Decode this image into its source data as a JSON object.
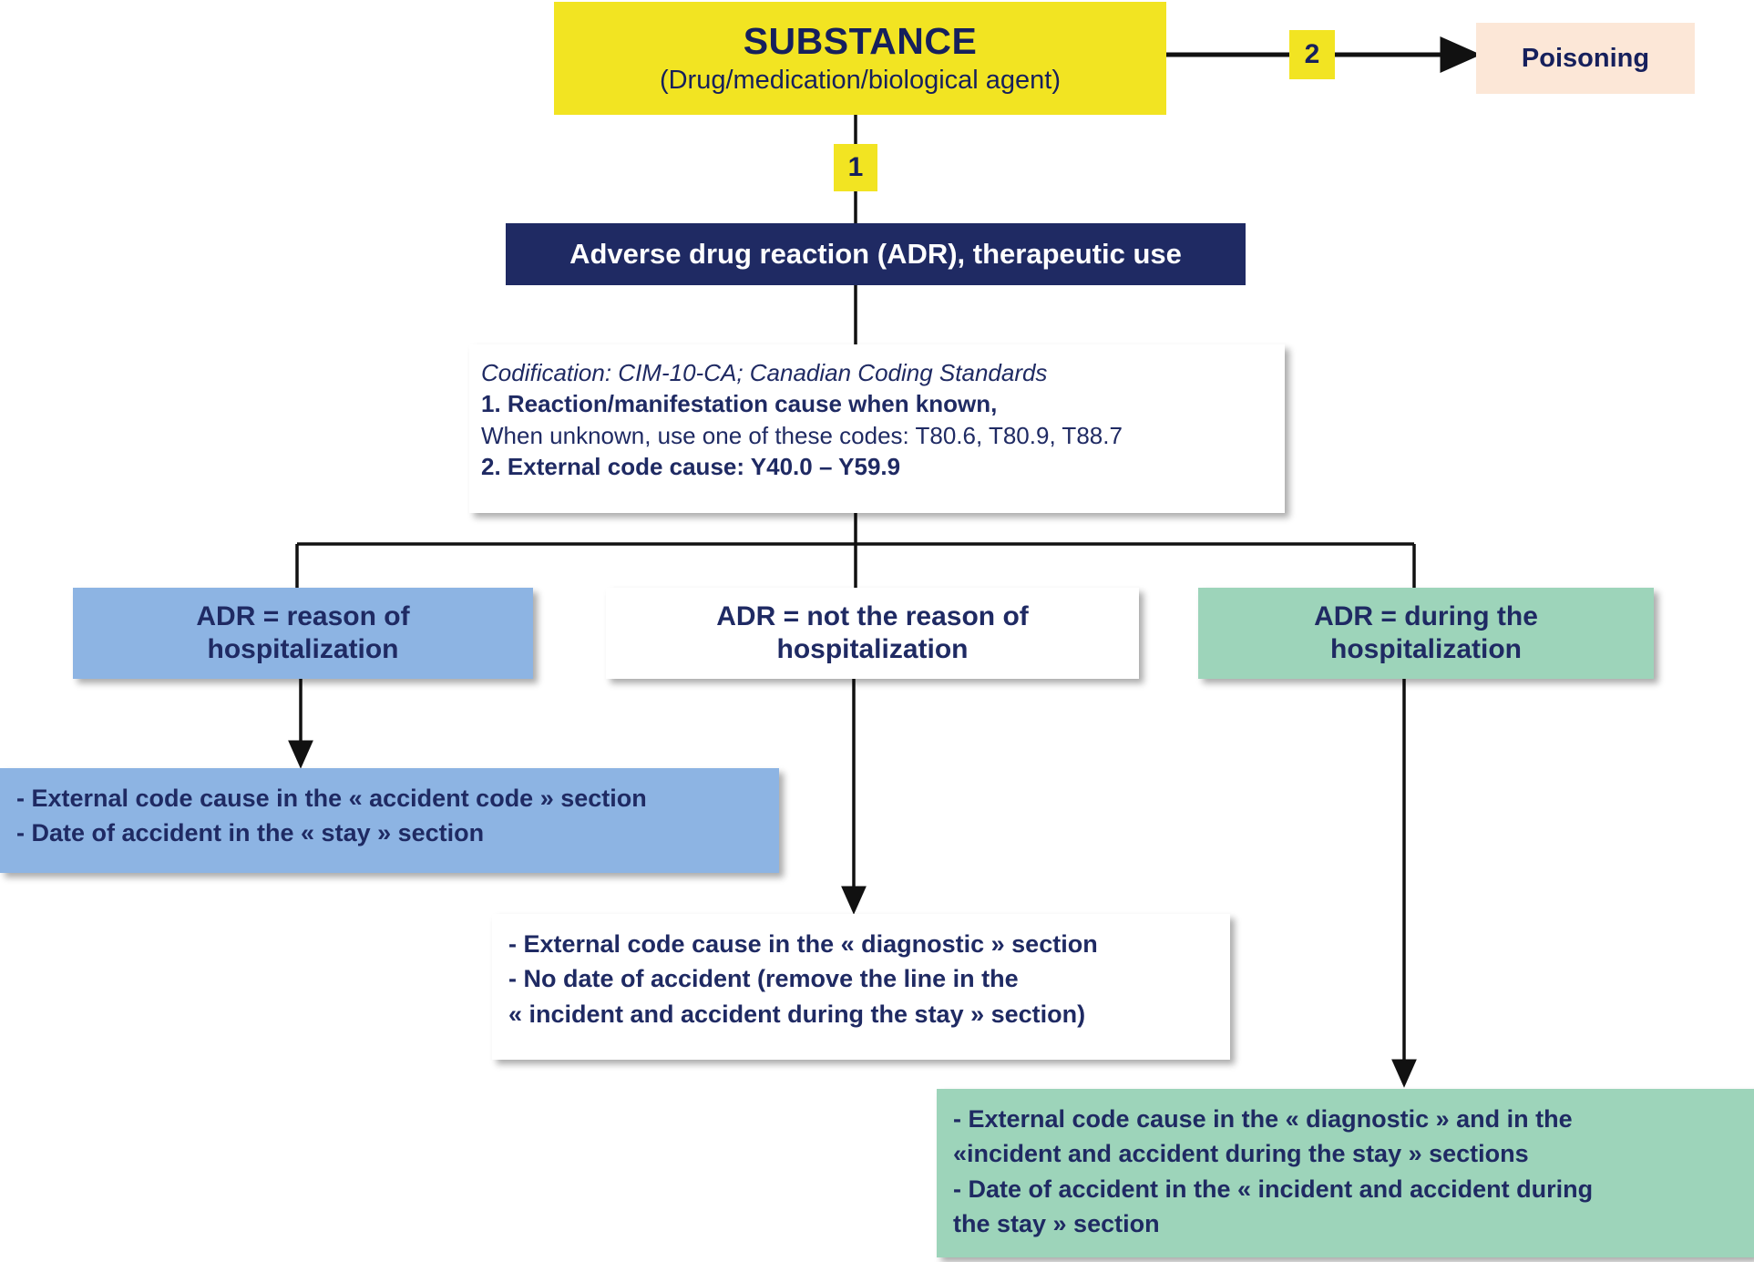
{
  "diagram": {
    "title": "Adverse drug reaction coding flowchart",
    "colors": {
      "yellow": "#F2E422",
      "navy": "#1F2A63",
      "blue": "#8DB4E3",
      "green": "#9DD4BA",
      "peach": "#FCE7D7",
      "text_navy": "#16205C",
      "connector": "#111111"
    }
  },
  "substance": {
    "title": "SUBSTANCE",
    "subtitle": "(Drug/medication/biological  agent)"
  },
  "poisoning": {
    "label": "Poisoning"
  },
  "badges": {
    "one": "1",
    "two": "2"
  },
  "adr_bar": {
    "label": "Adverse drug reaction (ADR), therapeutic use"
  },
  "codification": {
    "lines": [
      "Codification: CIM-10-CA; Canadian Coding Standards",
      "1. Reaction/manifestation  cause when known,",
      "When unknown,  use one of these codes: T80.6, T80.9, T88.7",
      "2. External  code cause: Y40.0 – Y59.9"
    ]
  },
  "branches": {
    "left": {
      "line1": "ADR = reason of",
      "line2": "hospitalization"
    },
    "middle": {
      "line1": "ADR = not the reason of",
      "line2": "hospitalization"
    },
    "right": {
      "line1": "ADR = during the",
      "line2": "hospitalization"
    }
  },
  "outcomes": {
    "left": {
      "lines": [
        "- External  code cause in the « accident code » section",
        "- Date of accident  in the « stay » section"
      ]
    },
    "middle": {
      "lines": [
        "- External  code cause in the « diagnostic » section",
        "- No date of accident  (remove the line in the",
        "« incident  and accident during the stay » section)"
      ]
    },
    "right": {
      "lines": [
        "- External  code cause in the « diagnostic » and in the",
        "«incident  and accident during the stay » sections",
        "- Date of accident  in the «  incident and accident during",
        "the stay  » section"
      ]
    }
  }
}
